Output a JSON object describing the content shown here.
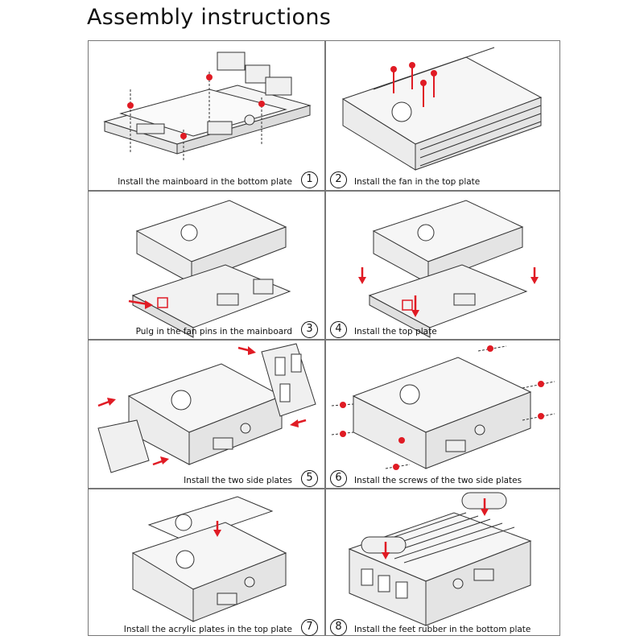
{
  "title": "Assembly instructions",
  "accent_color": "#e01b24",
  "steps": [
    {
      "number": "1",
      "caption": "Install the mainboard in the bottom plate"
    },
    {
      "number": "2",
      "caption": "Install the fan in the top plate"
    },
    {
      "number": "3",
      "caption": "Pulg in the fan pins in the mainboard"
    },
    {
      "number": "4",
      "caption": "Install the top plate"
    },
    {
      "number": "5",
      "caption": "Install the two side plates"
    },
    {
      "number": "6",
      "caption": "Install the screws of the two side plates"
    },
    {
      "number": "7",
      "caption": "Install the acrylic plates in the top plate"
    },
    {
      "number": "8",
      "caption": "Install the feet rubber in the bottom plate"
    }
  ]
}
